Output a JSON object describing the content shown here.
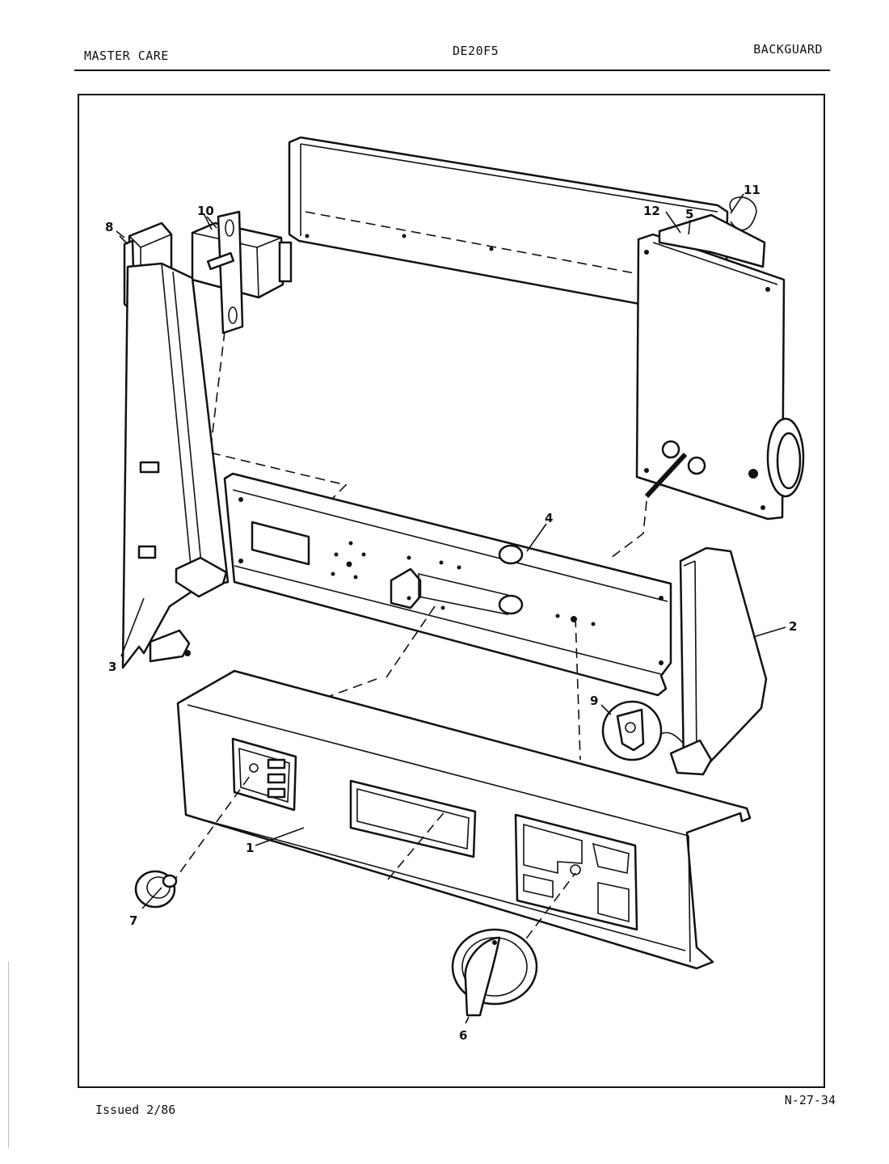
{
  "header": {
    "brand": "MASTER CARE",
    "model": "DE20F5",
    "section": "BACKGUARD"
  },
  "footer": {
    "issued": "Issued 2/86",
    "page_code": "N-27-34"
  },
  "callouts": [
    "1",
    "2",
    "3",
    "4",
    "5",
    "6",
    "7",
    "8",
    "9",
    "10",
    "11",
    "12"
  ]
}
